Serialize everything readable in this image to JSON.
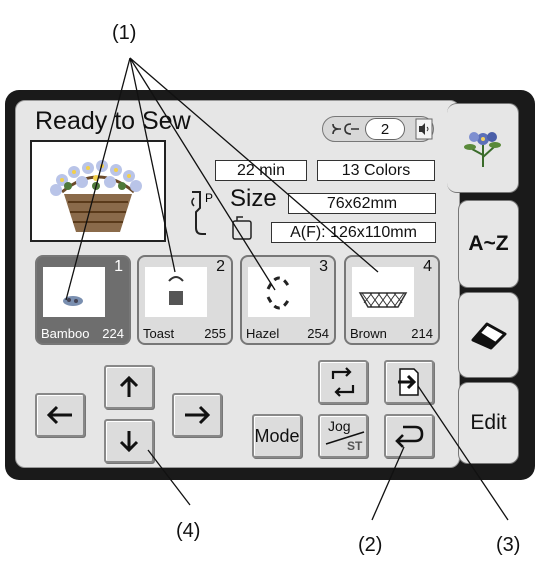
{
  "screen": {
    "title": "Ready to Sew",
    "thread_count": "2",
    "time": "22 min",
    "colors": "13 Colors",
    "size_label": "Size",
    "size_value": "76x62mm",
    "hoop_value": "A(F): 126x110mm",
    "foot_letter": "P"
  },
  "color_buttons": [
    {
      "number": "1",
      "name": "Bamboo",
      "code": "224",
      "selected": true
    },
    {
      "number": "2",
      "name": "Toast",
      "code": "255",
      "selected": false
    },
    {
      "number": "3",
      "name": "Hazel",
      "code": "254",
      "selected": false
    },
    {
      "number": "4",
      "name": "Brown",
      "code": "214",
      "selected": false
    }
  ],
  "side_tabs": {
    "az_label": "A~Z",
    "edit_label": "Edit"
  },
  "buttons": {
    "mode_label": "Mode",
    "jog_top": "Jog",
    "jog_bottom": "ST"
  },
  "callouts": {
    "label_1": "(1)",
    "label_2": "(2)",
    "label_3": "(3)",
    "label_4": "(4)"
  },
  "icons": [
    "thread-trim-icon",
    "speaker-icon",
    "flower-design-icon",
    "eraser-icon",
    "presser-foot-icon",
    "hoop-icon",
    "rotate-icon",
    "next-page-icon",
    "return-icon",
    "arrow-left-icon",
    "arrow-up-icon",
    "arrow-right-icon",
    "arrow-down-icon"
  ],
  "colors": {
    "screen_bg": "#e6e6e6",
    "bezel": "#1a1a1a",
    "selected_button": "#6e6e6e"
  }
}
